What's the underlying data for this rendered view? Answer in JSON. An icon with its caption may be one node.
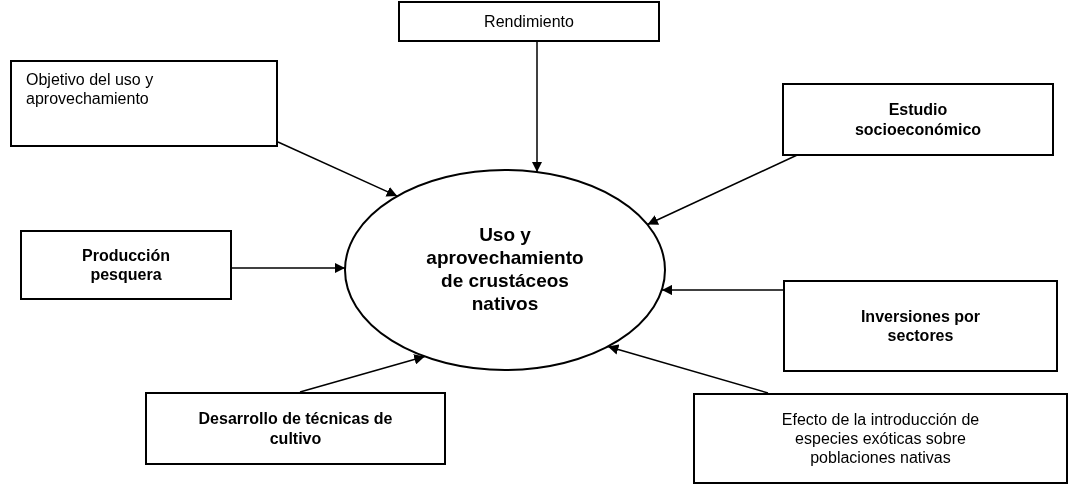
{
  "diagram": {
    "nodes": [
      {
        "text": [
          "Uso y aprovechamiento de crustáceos nativos"
        ]
      },
      {
        "text": [
          "Rendimiento"
        ]
      },
      {
        "text": [
          "Objetivo del uso y aprovechamiento"
        ]
      },
      {
        "text": [
          "Estudio socioeconómico"
        ]
      },
      {
        "text": [
          "Producción pesquera"
        ]
      },
      {
        "text": [
          "Inversiones por sectores"
        ]
      },
      {
        "text": [
          "Desarrollo de técnicas de cultivo"
        ]
      },
      {
        "text": [
          "Efecto de la introducción de especies exóticas sobre poblaciones nativas"
        ]
      }
    ],
    "edges": [
      {
        "from": 1,
        "to": 0,
        "arrow": "to"
      },
      {
        "from": 2,
        "to": 0,
        "arrow": "to"
      },
      {
        "from": 3,
        "to": 0,
        "arrow": "to"
      },
      {
        "from": 4,
        "to": 0,
        "arrow": "to"
      },
      {
        "from": 5,
        "to": 0,
        "arrow": "to"
      },
      {
        "from": 6,
        "to": 0,
        "arrow": "to"
      },
      {
        "from": 7,
        "to": 0,
        "arrow": "to"
      }
    ]
  }
}
